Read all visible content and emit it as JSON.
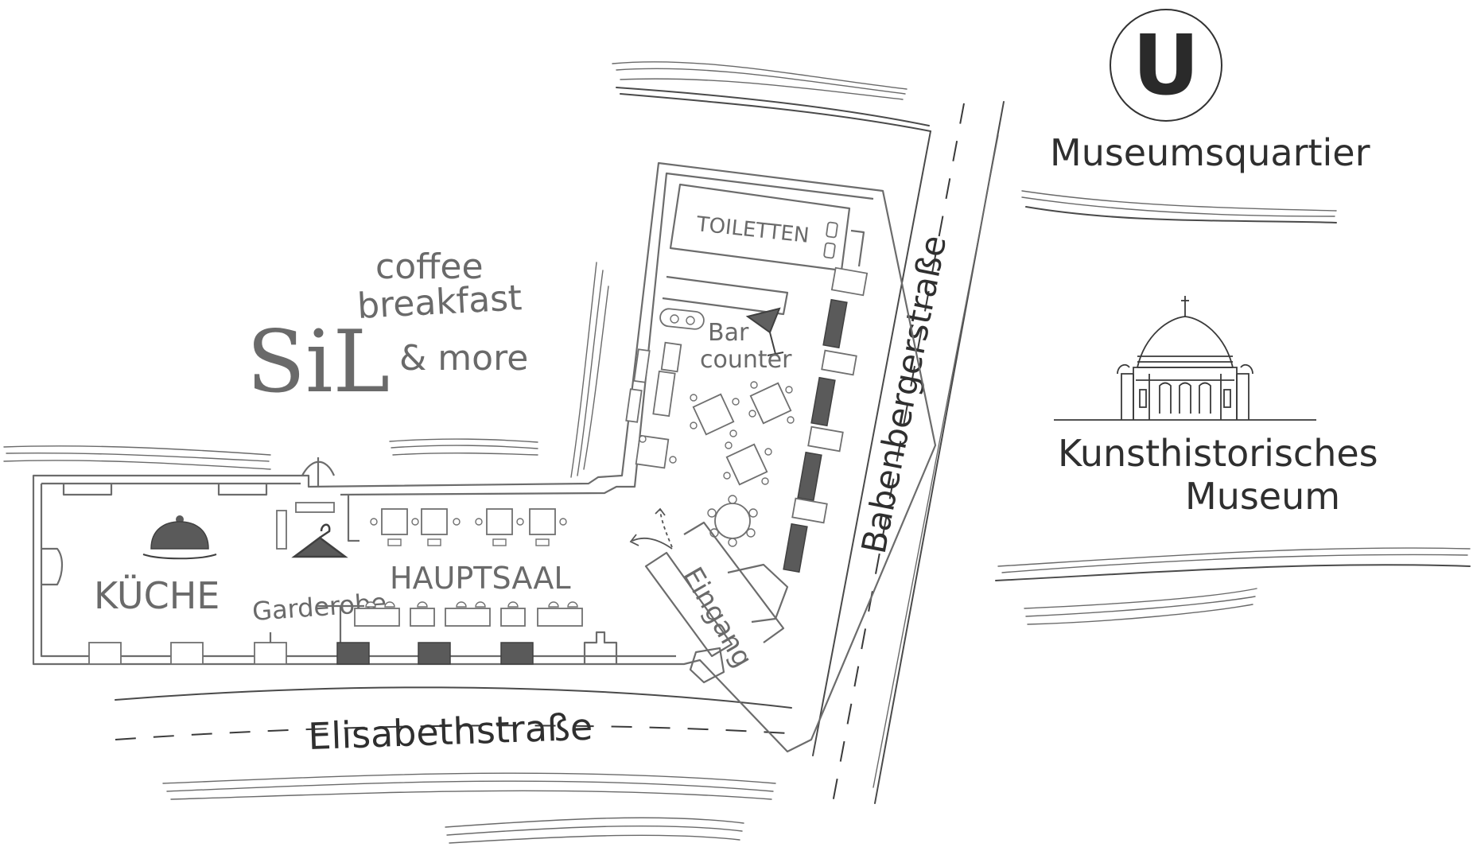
{
  "labels": {
    "metro_letter": "U",
    "museumsquartier": "Museumsquartier",
    "khm_line1": "Kunsthistorisches",
    "khm_line2": "Museum",
    "street_babenberger": "Babenbergerstraße",
    "street_elisabeth": "Elisabethstraße",
    "toiletten": "TOILETTEN",
    "bar_line1": "Bar",
    "bar_line2": "counter",
    "kueche": "KÜCHE",
    "garderobe": "Garderobe",
    "hauptsaal": "HAUPTSAAL",
    "eingang": "Eingang"
  },
  "logo": {
    "name": "SiL",
    "line1": "coffee",
    "line2": "breakfast",
    "line3": "& more"
  },
  "icons": [
    "u-bahn-icon",
    "museum-building-icon",
    "cocktail-glass-icon",
    "cloche-icon",
    "hanger-icon",
    "entrance-arrow-icon"
  ],
  "colors": {
    "ink": "#2f2f2f",
    "plan_grey": "#6a6a6a",
    "window_fill": "#5a5a5a",
    "background": "#ffffff"
  }
}
